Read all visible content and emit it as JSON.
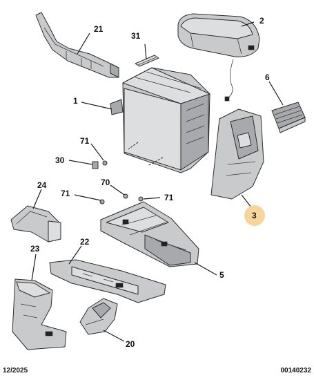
{
  "callouts": {
    "c21": "21",
    "c31": "31",
    "c2": "2",
    "c1": "1",
    "c6": "6",
    "c71a": "71",
    "c30": "30",
    "c70": "70",
    "c71b": "71",
    "c71c": "71",
    "c24": "24",
    "c3": "3",
    "c22": "22",
    "c23": "23",
    "c5": "5",
    "c20": "20"
  },
  "highlight_color": "#f6d69c",
  "footer": {
    "date": "12/2025",
    "code": "00140232"
  }
}
